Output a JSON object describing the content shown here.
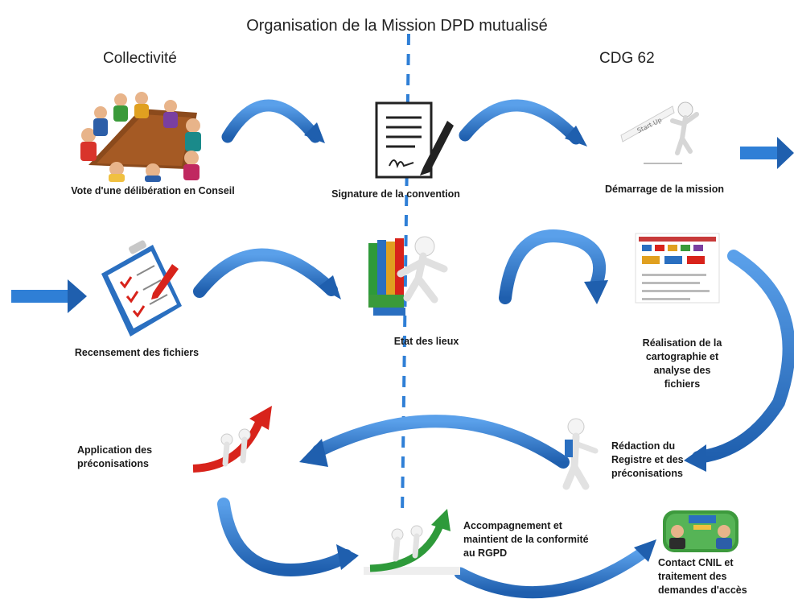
{
  "title": "Organisation de la Mission DPD mutualisé",
  "columns": {
    "left": "Collectivité",
    "right": "CDG 62"
  },
  "steps": {
    "vote": "Vote d'une délibération en Conseil",
    "signature": "Signature de la convention",
    "demarrage": "Démarrage de la mission",
    "recensement": "Recensement des fichiers",
    "etat": "Etat des lieux",
    "cartographie": "Réalisation de la\ncartographie et\nanalyse des\nfichiers",
    "redaction": "Rédaction du\nRegistre et des\npréconisations",
    "application": "Application des\npréconisations",
    "accompagnement": "Accompagnement et\nmaintient de la conformité\nau RGPD",
    "contact": "Contact CNIL et\ntraitement des\ndemandes d'accès"
  },
  "illustration_text": {
    "start_up": "Start Up"
  },
  "colors": {
    "arrow": "#2f7fd6",
    "arrow_dark": "#1f5fae",
    "divider": "#2f7fd6",
    "growth_red": "#d8231b",
    "growth_green": "#2e9a3a"
  },
  "icons": [
    "meeting-table-icon",
    "signed-document-icon",
    "startup-figure-icon",
    "checklist-clipboard-icon",
    "binders-figure-icon",
    "mapping-chart-icon",
    "figure-writing-icon",
    "growth-red-arrow-icon",
    "growth-green-arrow-icon",
    "cnil-contact-icon"
  ]
}
